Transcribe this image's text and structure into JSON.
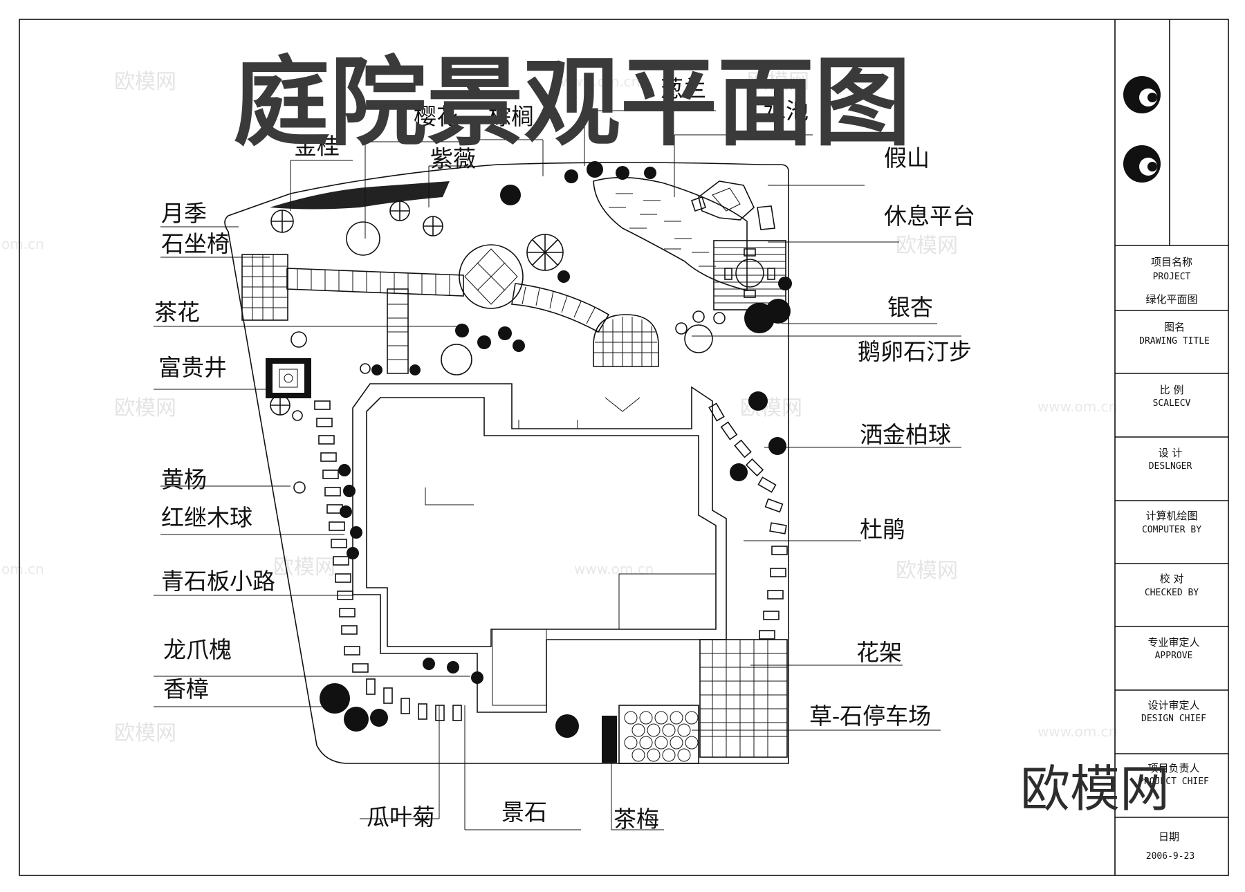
{
  "title": "庭院景观平面图",
  "watermark": {
    "brand": "欧模网",
    "site": "www.om.cn",
    "site_short": "om.cn",
    "corner_brand": "欧模网"
  },
  "labels": {
    "left": [
      "金桂",
      "月季",
      "石坐椅",
      "茶花",
      "富贵井",
      "黄杨",
      "红继木球",
      "青石板小路",
      "龙爪槐",
      "香樟"
    ],
    "top": [
      "樱花",
      "棕榈",
      "紫薇",
      "葱兰",
      "水池"
    ],
    "right": [
      "假山",
      "休息平台",
      "银杏",
      "鹅卵石汀步",
      "洒金柏球",
      "杜鹃",
      "花架",
      "草-石停车场"
    ],
    "bottom": [
      "瓜叶菊",
      "景石",
      "茶梅"
    ]
  },
  "title_block": {
    "project_cn": "项目名称",
    "project_en": "PROJECT",
    "project_value": "绿化平面图",
    "drawing_title_cn": "图名",
    "drawing_title_en": "DRAWING TITLE",
    "scale_cn": "比 例",
    "scale_en": "SCALECV",
    "designer_cn": "设 计",
    "designer_en": "DESLNGER",
    "computer_cn": "计算机绘图",
    "computer_en": "COMPUTER BY",
    "checked_cn": "校 对",
    "checked_en": "CHECKED BY",
    "approve_cn": "专业审定人",
    "approve_en": "APPROVE",
    "design_chief_cn": "设计审定人",
    "design_chief_en": "DESIGN CHIEF",
    "project_chief_cn": "项目负责人",
    "project_chief_en": "PROJECT CHIEF",
    "date_cn": "日期",
    "date_value": "2006-9-23"
  },
  "colors": {
    "ink": "#111111",
    "title": "#3a3a3a",
    "watermark": "#e4e4e4"
  }
}
